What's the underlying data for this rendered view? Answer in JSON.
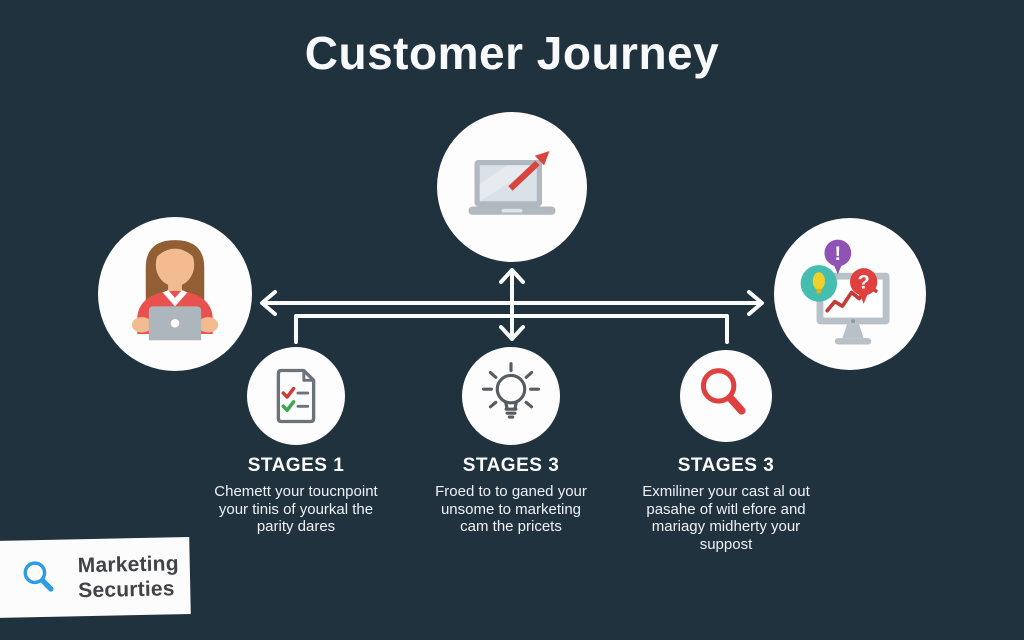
{
  "title": "Customer Journey",
  "colors": {
    "background": "#21323f",
    "circle_fill": "#fdfdfd",
    "connector_white": "#fafbfb",
    "accent_red": "#dd4640",
    "laptop_gray": "#b0b8c0",
    "screen_gray": "#dbe2e7",
    "dark_icon_gray": "#565c63",
    "doc_outline_gray": "#6c737a",
    "green_check": "#3ca750",
    "red_check": "#cf3a3a",
    "purple_bubble": "#8f52b5",
    "teal_bubble": "#45bdb0",
    "yellow_bulb": "#f2d02c",
    "hair_brown": "#925f35",
    "skin_tone": "#f2bb90",
    "shirt_red": "#e8514e",
    "logo_blue": "#2d9ce2",
    "logo_text_color": "#404347"
  },
  "nodes": {
    "top": {
      "icon": "laptop-growth-icon"
    },
    "left": {
      "icon": "woman-laptop-icon"
    },
    "right": {
      "icon": "monitor-feedback-icon",
      "bubbles": [
        {
          "shape": "balloon",
          "color": "#8f52b5",
          "glyph": "!"
        },
        {
          "shape": "balloon",
          "color": "#e0403e",
          "glyph": "?"
        },
        {
          "shape": "circle",
          "color": "#45bdb0",
          "glyph": "lightbulb"
        }
      ]
    }
  },
  "stages": [
    {
      "title": "STAGES 1",
      "icon": "checklist-document-icon",
      "lines": [
        "Chemett your toucnpoint",
        "your tinis of yourkal the",
        "parity dares"
      ]
    },
    {
      "title": "STAGES 3",
      "icon": "lightbulb-icon",
      "lines": [
        "Froed to to ganed your",
        "unsome to marketing",
        "cam the pricets"
      ]
    },
    {
      "title": "STAGES 3",
      "icon": "magnifier-icon",
      "lines": [
        "Exmiliner your cast al out",
        "pasahe of witl efore and",
        "mariagy midherty your",
        "suppost"
      ]
    }
  ],
  "logo": {
    "icon": "magnifier-icon",
    "line1": "Marketing",
    "line2": "Securties"
  }
}
